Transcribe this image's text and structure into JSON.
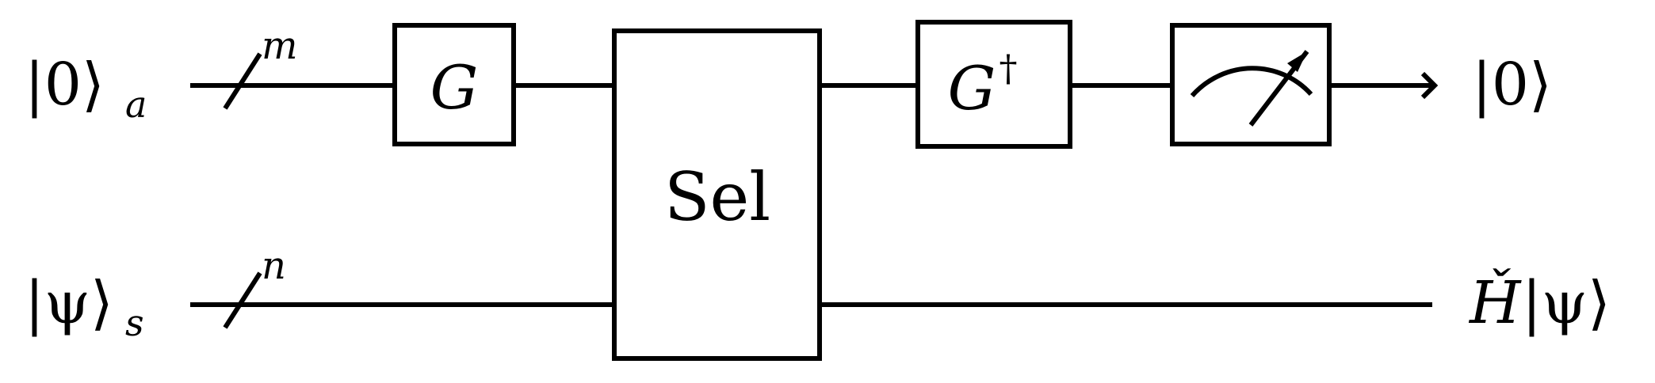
{
  "inputs": {
    "ancilla": {
      "ket": "|0⟩",
      "subscript": "a",
      "register_size": "m"
    },
    "system": {
      "ket": "|ψ⟩",
      "subscript": "s",
      "register_size": "n"
    }
  },
  "gates": {
    "prepare": "G",
    "select": "Sel",
    "unprepare_base": "G",
    "unprepare_dagger": "†"
  },
  "outputs": {
    "ancilla": "|0⟩",
    "system_operator": "Ȟ",
    "system_state": "|ψ⟩"
  },
  "icons": {
    "measurement": "measurement-meter-icon",
    "output_arrow": "arrow-right-icon"
  },
  "colors": {
    "line": "#000000",
    "background": "#ffffff"
  }
}
